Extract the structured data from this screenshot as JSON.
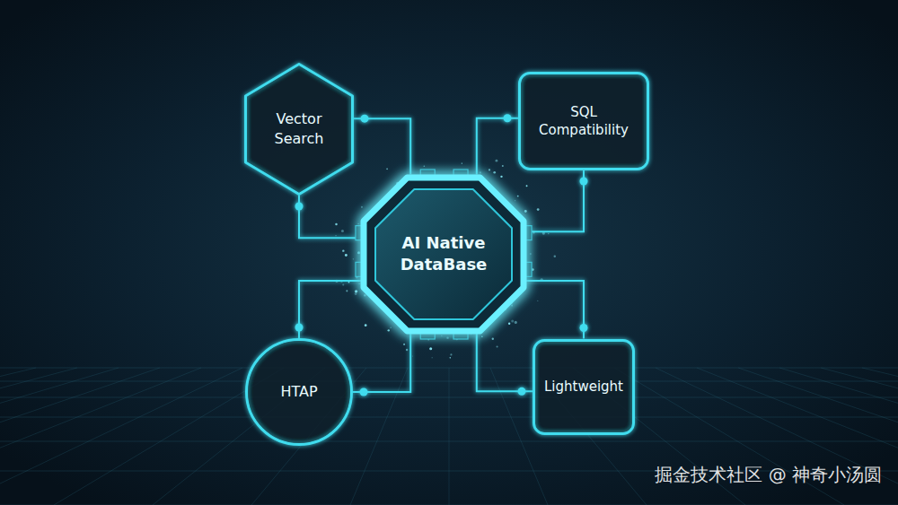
{
  "diagram": {
    "nodes": [
      {
        "text": [
          "Vector Search"
        ]
      },
      {
        "text": [
          "SQL Compatibility"
        ]
      },
      {
        "text": [
          "AI Native DataBase"
        ]
      },
      {
        "text": [
          "HTAP"
        ]
      },
      {
        "text": [
          "Lightweight"
        ]
      }
    ],
    "edges": [
      {
        "from": 0,
        "to": 2,
        "arrow": "none"
      },
      {
        "from": 0,
        "to": 2,
        "arrow": "none"
      },
      {
        "from": 1,
        "to": 2,
        "arrow": "none"
      },
      {
        "from": 1,
        "to": 2,
        "arrow": "none"
      },
      {
        "from": 3,
        "to": 2,
        "arrow": "none"
      },
      {
        "from": 3,
        "to": 2,
        "arrow": "none"
      },
      {
        "from": 4,
        "to": 2,
        "arrow": "none"
      },
      {
        "from": 4,
        "to": 2,
        "arrow": "none"
      }
    ],
    "labels": [
      "掘金技术社区 @ 神奇小汤圆"
    ]
  }
}
